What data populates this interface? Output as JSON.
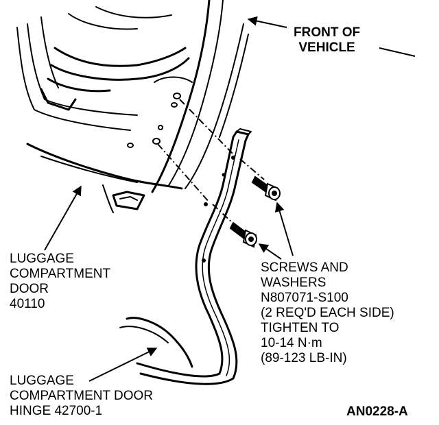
{
  "front_of_vehicle": {
    "line1": "FRONT OF",
    "line2": "VEHICLE"
  },
  "luggage_door": {
    "line1": "LUGGAGE",
    "line2": "COMPARTMENT",
    "line3": "DOOR",
    "line4": "40110"
  },
  "screws": {
    "line1": "SCREWS AND",
    "line2": "WASHERS",
    "line3": "N807071-S100",
    "line4": "(2 REQ'D EACH SIDE)",
    "line5": "TIGHTEN TO",
    "line6": "10-14 N·m",
    "line7": "(89-123 LB-IN)"
  },
  "hinge": {
    "line1": "LUGGAGE",
    "line2": "COMPARTMENT DOOR",
    "line3": "HINGE 42700-1"
  },
  "figure_id": "AN0228-A"
}
